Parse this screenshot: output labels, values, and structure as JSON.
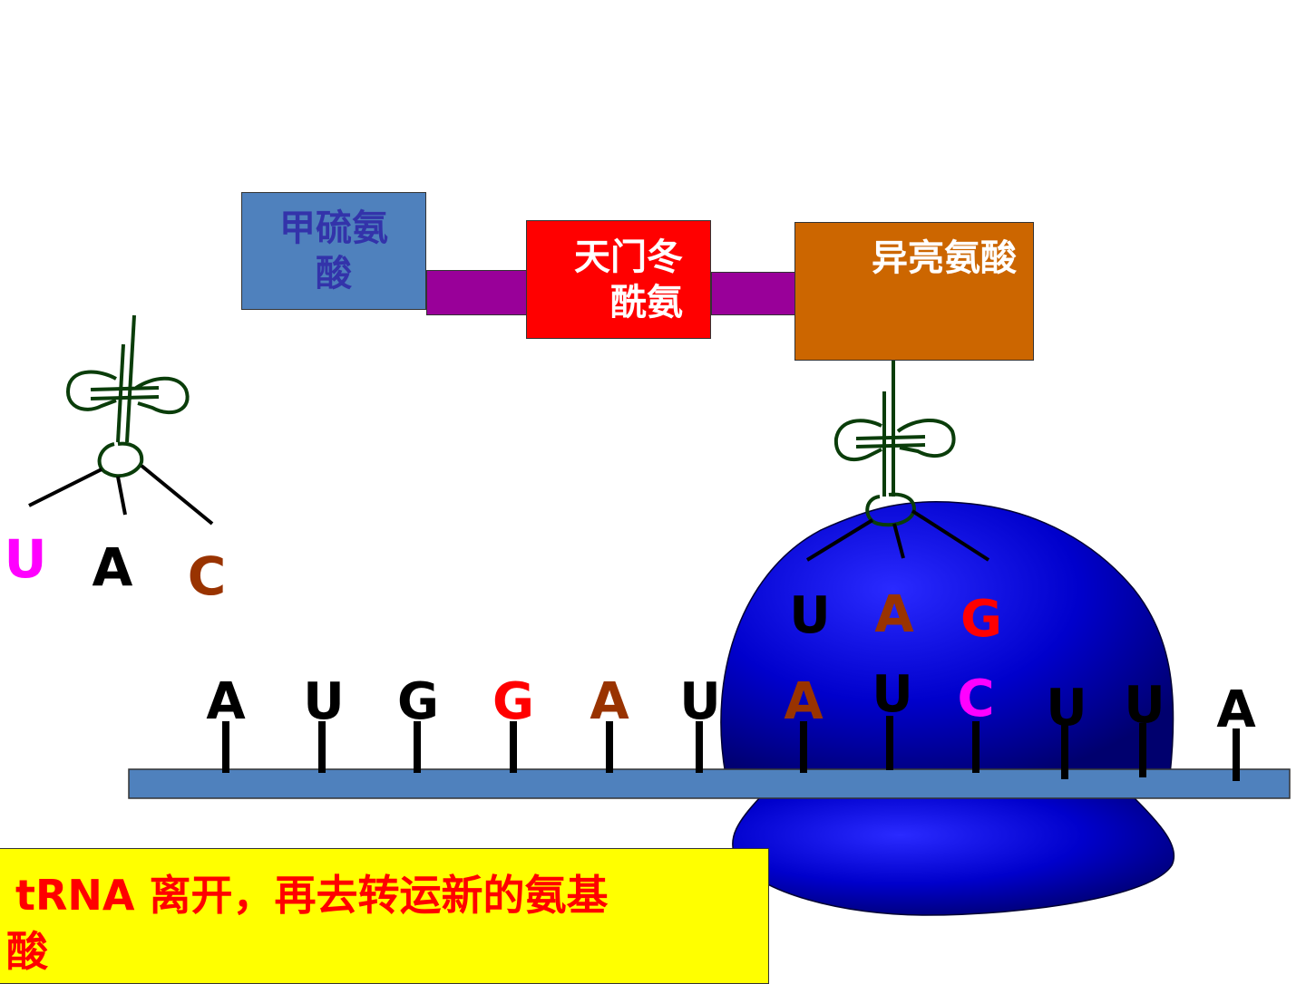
{
  "amino_acids": {
    "met": "甲硫氨酸",
    "asn": "天门冬酰氨",
    "ile": "异亮氨酸"
  },
  "free_trna_anticodon": [
    {
      "base": "U",
      "color": "#ff00ff"
    },
    {
      "base": "A",
      "color": "#000000"
    },
    {
      "base": "C",
      "color": "#993300"
    }
  ],
  "bound_trna_anticodon": [
    {
      "base": "U",
      "color": "#000000"
    },
    {
      "base": "A",
      "color": "#993300"
    },
    {
      "base": "G",
      "color": "#ff0000"
    }
  ],
  "mrna_bases": [
    {
      "base": "A",
      "color": "#000000"
    },
    {
      "base": "U",
      "color": "#000000"
    },
    {
      "base": "G",
      "color": "#000000"
    },
    {
      "base": "G",
      "color": "#ff0000"
    },
    {
      "base": "A",
      "color": "#993300"
    },
    {
      "base": "U",
      "color": "#000000"
    },
    {
      "base": "A",
      "color": "#993300"
    },
    {
      "base": "U",
      "color": "#000000"
    },
    {
      "base": "C",
      "color": "#ff00ff"
    },
    {
      "base": "U",
      "color": "#000000"
    },
    {
      "base": "U",
      "color": "#000000"
    },
    {
      "base": "A",
      "color": "#000000"
    }
  ],
  "caption": {
    "line1": "tRNA 离开，再去转运新的氨基",
    "line2": "酸"
  },
  "colors": {
    "mrna_strand": "#4f81bd",
    "ribosome_dark": "#00007a",
    "ribosome_light": "#1a1aff",
    "trna_stroke": "#0a3d0a",
    "peptide_bond": "#990099"
  }
}
